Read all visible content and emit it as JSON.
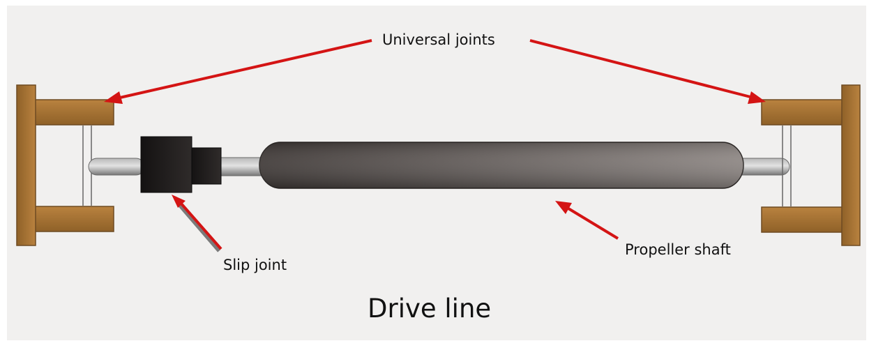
{
  "labels": {
    "universal_joints": "Universal joints",
    "slip_joint": "Slip joint",
    "propeller_shaft": "Propeller shaft",
    "title": "Drive line"
  },
  "colors": {
    "background": "#f1f0ef",
    "wood": "#a5733a",
    "wood_dark": "#6e4a22",
    "shaft_dark": "#3d3735",
    "shaft_light": "#8c8582",
    "slip_block": "#1e1b1a",
    "rod": "#9a9a9a",
    "arrow": "#d41414"
  }
}
